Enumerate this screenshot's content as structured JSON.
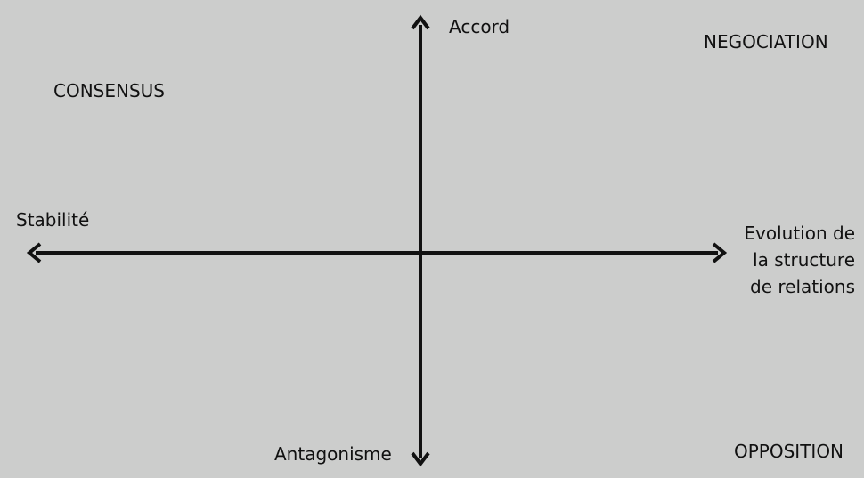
{
  "axes": {
    "vertical_top": "Accord",
    "vertical_bottom": "Antagonisme",
    "horizontal_left": "Stabilité",
    "horizontal_right_lines": [
      "Evolution de",
      "la structure",
      "de relations"
    ]
  },
  "quadrants": {
    "top_left": "CONSENSUS",
    "top_right": "NEGOCIATION",
    "bottom_right": "OPPOSITION"
  },
  "colors": {
    "background": "#cccdcc",
    "axis": "#111111",
    "text": "#111111"
  }
}
